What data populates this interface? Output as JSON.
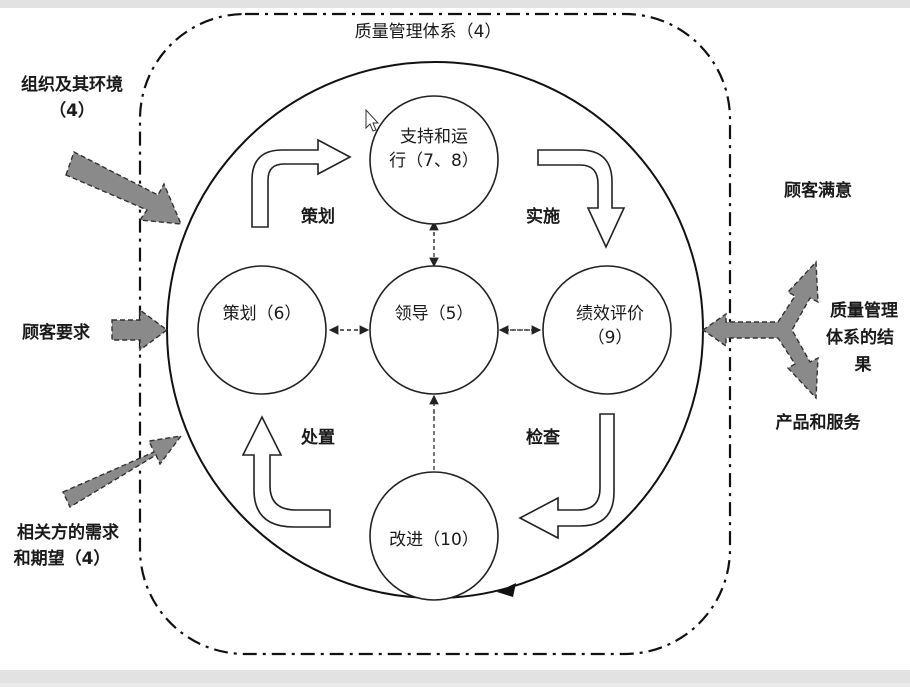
{
  "title": "质量管理体系（4）",
  "inputs": {
    "org_env": [
      "组织及其环境",
      "（4）"
    ],
    "customer_req": "顾客要求",
    "interested": [
      "相关方的需求",
      "和期望（4）"
    ]
  },
  "outputs": {
    "satisfaction": "顾客满意",
    "results": [
      "质量管理",
      "体系的结",
      "果"
    ],
    "products": "产品和服务"
  },
  "nodes": {
    "support": [
      "支持和运",
      "行（7、8）"
    ],
    "planning": "策划（6）",
    "leadership": "领导（5）",
    "evaluation": [
      "绩效评价",
      "（9）"
    ],
    "improvement": "改进（10）"
  },
  "cycle": {
    "plan": "策划",
    "do": "实施",
    "check": "检查",
    "act": "处置"
  }
}
